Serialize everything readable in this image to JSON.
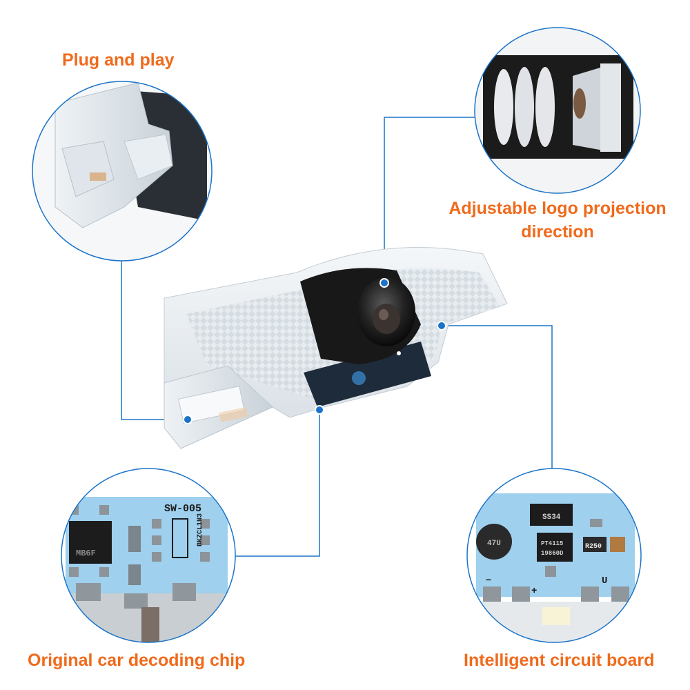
{
  "callouts": {
    "plug_and_play": "Plug and play",
    "adjustable_line1": "Adjustable logo projection",
    "adjustable_line2": "direction",
    "decoding_chip": "Original car decoding chip",
    "circuit_board": "Intelligent circuit board"
  },
  "board_labels": {
    "chip_model": "SW-005",
    "chip_part_a": "MB6F",
    "chip_part_b": "BKZCL1N3",
    "board_part_a": "SS34",
    "board_part_b": "PT4115",
    "board_part_c": "19860D",
    "board_resistor": "R250",
    "board_inductor": "47U",
    "board_minus": "−",
    "board_plus": "+",
    "board_u": "U"
  },
  "colors": {
    "accent_orange": "#f06a1c",
    "leader_blue": "#1a73c8",
    "circle_border": "#1a73c8",
    "pcb_blue": "#9fd0ee"
  },
  "icons": {
    "leader_dot": "blue-dot"
  }
}
